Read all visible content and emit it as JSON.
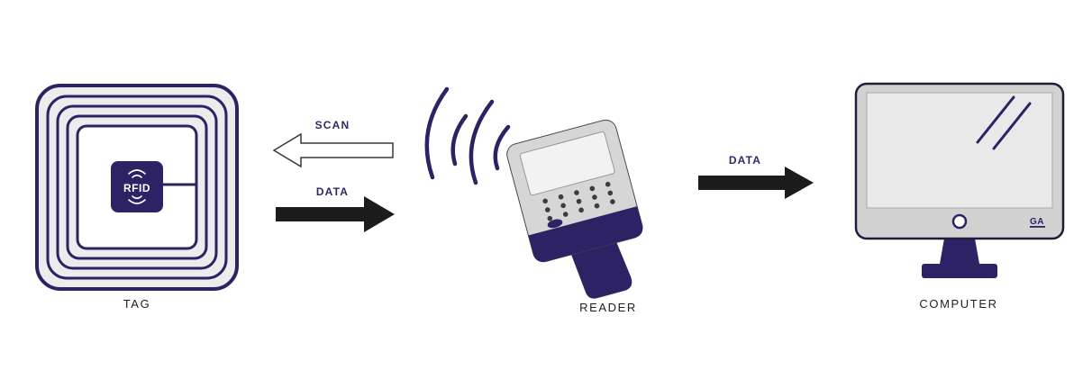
{
  "colors": {
    "primary_purple": "#2d2263",
    "device_gray": "#d6d6d6",
    "arrow_black": "#1c1c1c",
    "label_text": "#1f1f1f",
    "flow_text": "#2e2a66"
  },
  "tag": {
    "label": "TAG",
    "chip_text": "RFID"
  },
  "flows": {
    "scan": {
      "label": "SCAN",
      "direction": "left",
      "style": "outline"
    },
    "data_left": {
      "label": "DATA",
      "direction": "right",
      "style": "solid"
    },
    "data_right": {
      "label": "DATA",
      "direction": "right",
      "style": "solid"
    }
  },
  "reader": {
    "label": "READER"
  },
  "computer": {
    "label": "COMPUTER",
    "logo_text": "GA"
  }
}
